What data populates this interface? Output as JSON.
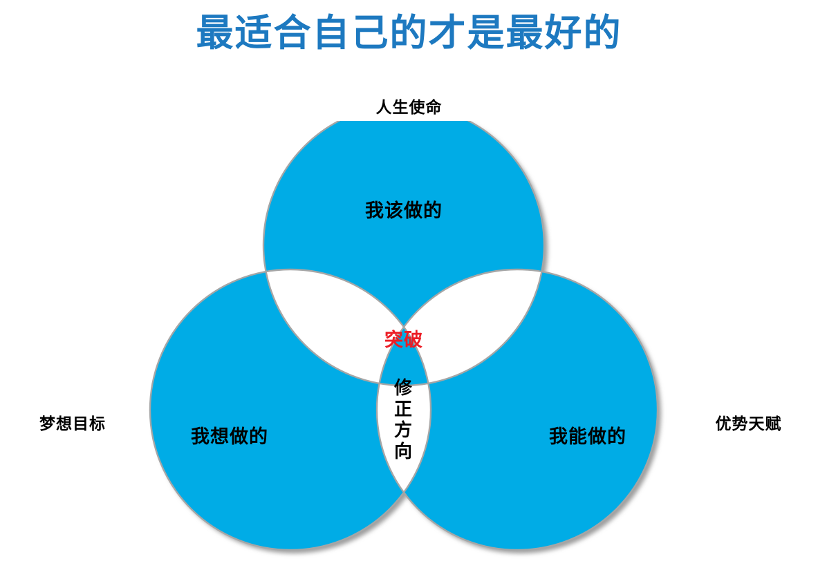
{
  "slide": {
    "title": "最适合自己的才是最好的",
    "background_color": "#ffffff",
    "title_color": "#1d79c0"
  },
  "colors": {
    "circle_fill": "#00ace6",
    "circle_outline": "#9d9d9d",
    "title_blue": "#1d79c0",
    "highlight_red": "#ec1c24",
    "label_black": "#000000",
    "lens_white": "#ffffff"
  },
  "outer_labels": {
    "top": "人生使命",
    "left": "梦想目标",
    "right": "优势天赋"
  },
  "circles": [
    {
      "id": "top",
      "label": "我该做的",
      "outer": "人生使命"
    },
    {
      "id": "left",
      "label": "我想做的",
      "outer": "梦想目标"
    },
    {
      "id": "right",
      "label": "我能做的",
      "outer": "优势天赋"
    }
  ],
  "center": {
    "headline": "突破",
    "vertical_text": "修正方向",
    "vertical_chars": [
      "修",
      "正",
      "方",
      "向"
    ]
  },
  "chart_data": {
    "type": "venn",
    "title": "最适合自己的才是最好的",
    "sets": [
      {
        "name": "我该做的",
        "outer_label": "人生使命",
        "position": "top"
      },
      {
        "name": "我想做的",
        "outer_label": "梦想目标",
        "position": "bottom-left"
      },
      {
        "name": "我能做的",
        "outer_label": "优势天赋",
        "position": "bottom-right"
      }
    ],
    "intersections": [
      {
        "sets": [
          "我该做的",
          "我想做的",
          "我能做的"
        ],
        "label": "突破 / 修正方向",
        "filled": true
      }
    ],
    "legend": "none",
    "grid": false
  }
}
